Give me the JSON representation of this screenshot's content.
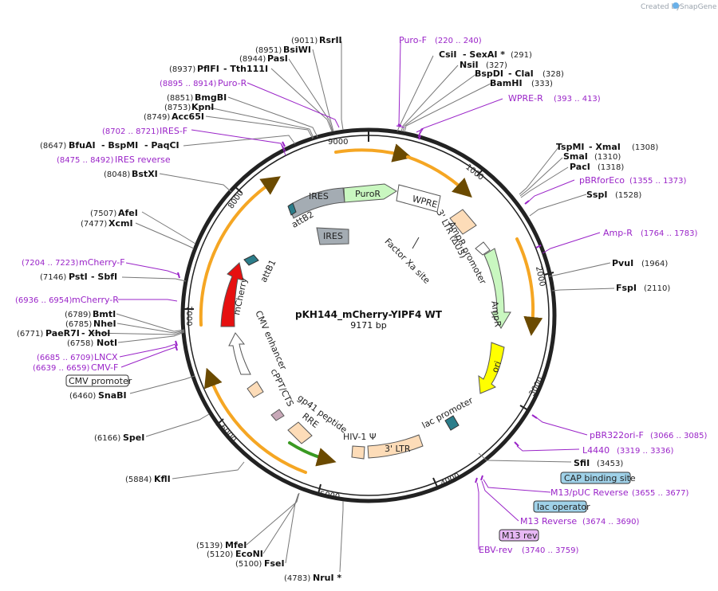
{
  "credit": "Created by",
  "credit_brand": "SnapGene",
  "plasmid": {
    "name": "pKH144_mCherry-YIPF4 WT",
    "size": "9171 bp"
  },
  "ticks": [
    "1000",
    "2000",
    "3000",
    "4000",
    "5000",
    "6000",
    "7000",
    "8000",
    "9000"
  ],
  "enzymes_right": [
    {
      "name": "CsiI",
      "sep": "- SexAI *",
      "pos": "(291)"
    },
    {
      "name": "NsiI",
      "pos": "(327)"
    },
    {
      "name": "BspDI",
      "sep": "- ClaI",
      "pos": "(328)"
    },
    {
      "name": "BamHI",
      "pos": "(333)"
    },
    {
      "name": "TspMI",
      "sep": "- XmaI",
      "pos": "(1308)"
    },
    {
      "name": "SmaI",
      "pos": "(1310)"
    },
    {
      "name": "PacI",
      "pos": "(1318)"
    },
    {
      "name": "SspI",
      "pos": "(1528)"
    },
    {
      "name": "PvuI",
      "pos": "(1964)"
    },
    {
      "name": "FspI",
      "pos": "(2110)"
    },
    {
      "name": "SfiI",
      "pos": "(3453)"
    }
  ],
  "enzymes_left": [
    {
      "pos": "(9011)",
      "name": "RsrII"
    },
    {
      "pos": "(8951)",
      "name": "BsiWI"
    },
    {
      "pos": "(8944)",
      "name": "PasI"
    },
    {
      "pos": "(8937)",
      "name": "PflFI",
      "sep": "- Tth111I"
    },
    {
      "pos": "(8851)",
      "name": "BmgBI"
    },
    {
      "pos": "(8753)",
      "name": "KpnI"
    },
    {
      "pos": "(8749)",
      "name": "Acc65I"
    },
    {
      "pos": "(8647)",
      "name": "BfuAI",
      "sep": "- BspMI",
      "name2": "- PaqCI"
    },
    {
      "pos": "(8048)",
      "name": "BstXI"
    },
    {
      "pos": "(7507)",
      "name": "AfeI"
    },
    {
      "pos": "(7477)",
      "name": "XcmI"
    },
    {
      "pos": "(7146)",
      "name": "PstI",
      "sep": "- SbfI"
    },
    {
      "pos": "(6789)",
      "name": "BmtI"
    },
    {
      "pos": "(6785)",
      "name": "NheI"
    },
    {
      "pos": "(6771)",
      "name": "PaeR7I",
      "sep": "- XhoI"
    },
    {
      "pos": "(6758)",
      "name": "NotI"
    },
    {
      "pos": "(6460)",
      "name": "SnaBI"
    },
    {
      "pos": "(6166)",
      "name": "SpeI"
    },
    {
      "pos": "(5884)",
      "name": "KflI"
    }
  ],
  "enzymes_bottom": [
    {
      "pos": "(5139)",
      "name": "MfeI"
    },
    {
      "pos": "(5120)",
      "name": "EcoNI"
    },
    {
      "pos": "(5100)",
      "name": "FseI"
    },
    {
      "pos": "(4783)",
      "name": "NruI *"
    }
  ],
  "primers": [
    {
      "name": "Puro-F",
      "pos": "(220 .. 240)"
    },
    {
      "name": "WPRE-R",
      "pos": "(393 .. 413)"
    },
    {
      "name": "pBRforEco",
      "pos": "(1355 .. 1373)"
    },
    {
      "name": "Amp-R",
      "pos": "(1764 .. 1783)"
    },
    {
      "name": "pBR322ori-F",
      "pos": "(3066 .. 3085)"
    },
    {
      "name": "L4440",
      "pos": "(3319 .. 3336)"
    },
    {
      "name": "M13/pUC Reverse",
      "pos": "(3655 .. 3677)"
    },
    {
      "name": "M13 Reverse",
      "pos": "(3674 .. 3690)"
    },
    {
      "name": "EBV-rev",
      "pos": "(3740 .. 3759)"
    },
    {
      "name": "Puro-R",
      "pos": "(8895 .. 8914)"
    },
    {
      "name": "IRES-F",
      "pos": "(8702 .. 8721)"
    },
    {
      "name": "IRES reverse",
      "pos": "(8475 .. 8492)"
    },
    {
      "name": "mCherry-F",
      "pos": "(7204 .. 7223)"
    },
    {
      "name": "mCherry-R",
      "pos": "(6936 .. 6954)"
    },
    {
      "name": "LNCX",
      "pos": "(6685 .. 6709)"
    },
    {
      "name": "CMV-F",
      "pos": "(6639 .. 6659)"
    }
  ],
  "boxed_features": [
    "CAP binding site",
    "lac operator",
    "M13 rev",
    "CMV promoter"
  ],
  "features": {
    "ires_outer": "IRES",
    "puror": "PuroR",
    "wpre": "WPRE",
    "ltr3_du3": "3' LTR (ΔU3)",
    "attb2": "attB2",
    "ires_inner": "IRES",
    "factor_xa": "Factor Xa site",
    "ampr_promoter": "AmpR promoter",
    "ampr": "AmpR",
    "ori": "ori",
    "lac_promoter": "lac promoter",
    "ltr3": "3' LTR",
    "hiv1_psi": "HIV-1 Ψ",
    "rre": "RRE",
    "gp41": "gp41 peptide",
    "cppt": "cPPT/CTS",
    "cmv_enhancer": "CMV enhancer",
    "mcherry": "mCherry",
    "attb1": "attB1"
  },
  "colors": {
    "primer": "#9a24c8",
    "orf": "#f5a623",
    "ires": "#a4acb3",
    "puror": "#c9f7c0",
    "ltr": "#fddcb8",
    "ori": "#ffff00",
    "mcherry": "#e61010",
    "cap_box": "#9fd1e8",
    "mrev_box": "#e7b8f5"
  }
}
